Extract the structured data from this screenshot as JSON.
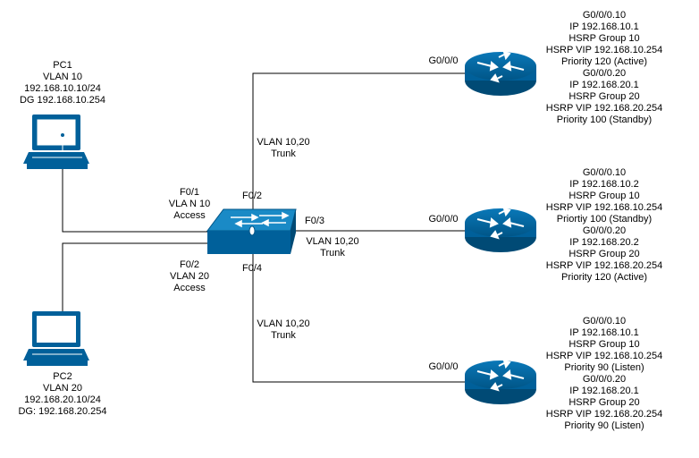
{
  "pc1": {
    "lines": [
      "PC1",
      "VLAN 10",
      "192.168.10.10/24",
      "DG 192.168.10.254"
    ]
  },
  "pc2": {
    "lines": [
      "PC2",
      "VLAN 20",
      "192.168.20.10/24",
      "DG: 192.168.20.254"
    ]
  },
  "switch": {
    "f01": {
      "lines": [
        "F0/1",
        "VLA N 10",
        "Access"
      ]
    },
    "f02_left": {
      "lines": [
        "F0/2",
        "VLAN 20",
        "Access"
      ]
    },
    "f02_top": "F0/2",
    "f03": "F0/3",
    "f04": "F0/4"
  },
  "links": {
    "to_r1": {
      "lines": [
        "VLAN 10,20",
        "Trunk"
      ]
    },
    "to_r2": {
      "lines": [
        "VLAN 10,20",
        "Trunk"
      ]
    },
    "to_r3": {
      "lines": [
        "VLAN 10,20",
        "Trunk"
      ]
    }
  },
  "routers": [
    {
      "interface": "G0/0/0",
      "lines": [
        "G0/0/0.10",
        "IP 192.168.10.1",
        "HSRP Group 10",
        "HSRP VIP 192.168.10.254",
        "Priority 120 (Active)",
        "G0/0/0.20",
        "IP 192.168.20.1",
        "HSRP Group 20",
        "HSRP VIP 192.168.20.254",
        "Priority 100 (Standby)"
      ]
    },
    {
      "interface": "G0/0/0",
      "lines": [
        "G0/0/0.10",
        "IP 192.168.10.2",
        "HSRP Group 10",
        "HSRP VIP 192.168.10.254",
        "Priortiy 100 (Standby)",
        "G0/0/0.20",
        "IP 192.168.20.2",
        "HSRP Group 20",
        "HSRP VIP 192.168.20.254",
        "Priority 120 (Active)"
      ]
    },
    {
      "interface": "G0/0/0",
      "lines": [
        "G0/0/0.10",
        "IP 192.168.10.1",
        "HSRP Group 10",
        "HSRP VIP 192.168.10.254",
        "Priority 90 (Listen)",
        "G0/0/0.20",
        "IP 192.168.20.1",
        "HSRP Group 20",
        "HSRP VIP 192.168.20.254",
        "Priority 90 (Listen)"
      ]
    }
  ],
  "colors": {
    "device_blue": "#00609a",
    "device_light": "#ffffff",
    "line": "#000000"
  }
}
